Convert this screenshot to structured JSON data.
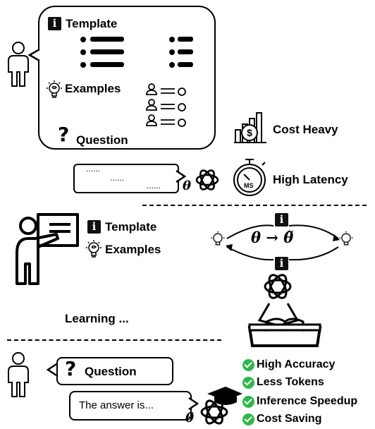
{
  "top": {
    "template_label": "Template",
    "examples_label": "Examples",
    "question_label": "Question",
    "response_placeholder": [
      "......",
      "......",
      "......"
    ],
    "model_symbol": "θ",
    "cost_label": "Cost Heavy",
    "latency_label": "High Latency",
    "stopwatch_unit": "MS"
  },
  "middle": {
    "template_label": "Template",
    "examples_label": "Examples",
    "learning_label": "Learning ...",
    "theta_update": "θ → θ̃"
  },
  "bottom": {
    "question_label": "Question",
    "answer_text": "The answer is...",
    "model_symbol": "θ̃",
    "benefits": [
      "High Accuracy",
      "Less Tokens",
      "Inference Speedup",
      "Cost Saving"
    ]
  },
  "colors": {
    "check": "#2fb84a",
    "ink": "#000000"
  }
}
